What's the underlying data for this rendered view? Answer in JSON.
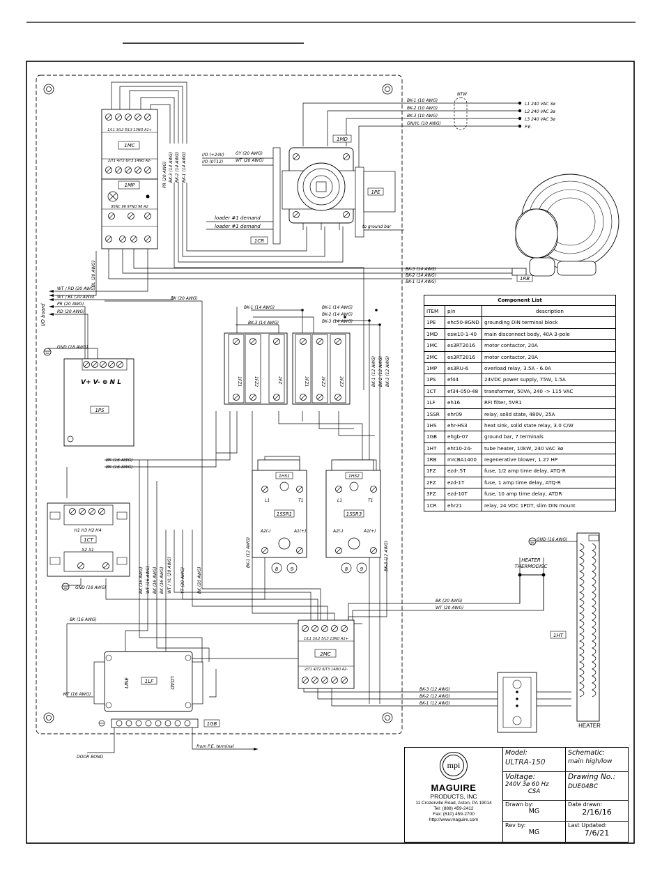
{
  "header": {
    "title": ""
  },
  "supply": [
    {
      "wire": "BK-1 (10 AWG)",
      "label": "L1 240 VAC 3ø"
    },
    {
      "wire": "BK-2 (10 AWG)",
      "label": "L2 240 VAC 3ø"
    },
    {
      "wire": "BK-3 (10 AWG)",
      "label": "L3 240 VAC 3ø"
    },
    {
      "wire": "GN/YL (10 AWG)",
      "label": "P.E."
    }
  ],
  "ntw_label": "NTW",
  "io_inputs": [
    {
      "label": "I/O (+24V)",
      "wire": "GY (20 AWG)"
    },
    {
      "label": "I/O (0T12)",
      "wire": "WT (20 AWG)"
    }
  ],
  "loader_demands": [
    "loader #1 demand",
    "loader #1 demand"
  ],
  "to_ground_bar": "to ground bar",
  "blower_wires": [
    "BK-3 (14 AWG)",
    "BK-2 (14 AWG)",
    "BK-1 (14 AWG)"
  ],
  "io_board_label": "I/O board",
  "io_board_wires": [
    "WT / RD (20 AWG)",
    "WT / BL (20 AWG)",
    "PR (20 AWG)",
    "RD (20 AWG)"
  ],
  "bk20": "BK (20 AWG)",
  "gnd18": "GND (18 AWG)",
  "gnd16": "GND (16 AWG)",
  "bk16": "BK (16 AWG)",
  "wt16": "WT (16 AWG)",
  "bl20": "BL (20 AWG)",
  "fuse_wires": [
    "BK-1 (14 AWG)",
    "BK-1 (14 AWG)",
    "BK-2 (14 AWG)",
    "BK-3 (14 AWG)",
    "BK-3 (14 AWG)"
  ],
  "vertical_wires_left": [
    "BK (16 AWG)",
    "WT (16 AWG)",
    "BK (16 AWG)",
    "BK (16 AWG)",
    "WT / YL (20 AWG)",
    "YT (20 AWG)",
    "BK (20 AWG)"
  ],
  "vertical_wires_mid": [
    "PR (20 AWG)",
    "BK-3 (14 AWG)",
    "BK-2 (14 AWG)",
    "BK-1 (14 AWG)"
  ],
  "vertical_wires_right": [
    "BK-1 (12 AWG)",
    "BK-2 (12 AWG)",
    "BK-3 (12 AWG)"
  ],
  "heater_wires": [
    "BK-3 (12 AWG)",
    "BK-2 (12 AWG)",
    "BK-1 (12 AWG)"
  ],
  "thermodisc_wires": [
    "BK (20 AWG)",
    "WT (20 AWG)"
  ],
  "heater_thermodisc": [
    "HEATER",
    "THERMODISC"
  ],
  "heater_label": "HEATER",
  "door_bond": "DOOR BOND",
  "from_pe": "from P.E. terminal",
  "components": {
    "1MC": "1MC",
    "2MC": "2MC",
    "1MP": "1MP",
    "1MD": "1MD",
    "1PE": "1PE",
    "1CR": "1CR",
    "1RB": "1RB",
    "1PS": "1PS",
    "1CT": "1CT",
    "1LF": "1LF",
    "1GB": "1GB",
    "1HT": "1HT",
    "1HS1": "1HS1",
    "1HS2": "1HS2",
    "1SSR1": "1SSR1",
    "1SSR3": "1SSR3",
    "1FZ1": "1FZ1",
    "1FZ2": "1FZ2",
    "2FZ": "2FZ",
    "3FZ1": "3FZ1",
    "3FZ2": "3FZ2",
    "3FZ3": "3FZ3"
  },
  "contactor_top_terms": "1/L1 3/L2 5/L3 13NO A1+",
  "contactor_bot_terms": "2/T1 4/T2 6/T3 14NO A2-",
  "overload_terms": "95NC 96 97NO 98 A2",
  "ps_terms": "V+ V- ⊕ N L",
  "ct_terms_top": "H1 H3 H2 H4",
  "ct_terms_bot": "X2 X1",
  "ssr_terms": {
    "top_l": "L1",
    "top_r": "T1",
    "bot_l": "A2(-)",
    "bot_r": "A1(+)"
  },
  "ssr_numbers": [
    "8",
    "9"
  ],
  "lf_labels": {
    "line": "LINE",
    "load": "LOAD"
  },
  "component_list": {
    "title": "Component List",
    "headers": [
      "ITEM",
      "p/n",
      "description"
    ],
    "rows": [
      [
        "1PE",
        "ehc50-8GND",
        "grounding DIN terminal block"
      ],
      [
        "1MD",
        "esw10-1-40",
        "main disconnect body, 40A 3-pole"
      ],
      [
        "1MC",
        "es3RT2016",
        "motor contactor, 20A"
      ],
      [
        "2MC",
        "es3RT2016",
        "motor contactor, 20A"
      ],
      [
        "1MP",
        "es3RU-6",
        "overload relay, 3.5A - 6.0A"
      ],
      [
        "1PS",
        "ef44",
        "24VDC power supply, 75W, 1.5A"
      ],
      [
        "1CT",
        "ef34-050-48",
        "transformer, 50VA, 240 -> 115 VAC"
      ],
      [
        "1LF",
        "eh16",
        "RFI filter, 5VR1"
      ],
      [
        "1SSR",
        "ehr09",
        "relay, solid state, 480V, 25A"
      ],
      [
        "1HS",
        "ehr-HS3",
        "heat sink, solid state relay, 3.0 C/W"
      ],
      [
        "1GB",
        "ehgb-07",
        "ground bar, 7 terminals"
      ],
      [
        "1HT",
        "eht10-24-",
        "tube heater, 10kW, 240 VAC 3ø"
      ],
      [
        "1RB",
        "mrcBA1400",
        "regenerative blower, 1.27 HP"
      ],
      [
        "1FZ",
        "ezd-.5T",
        "fuse, 1/2 amp time delay, ATQ-R"
      ],
      [
        "2FZ",
        "ezd-1T",
        "fuse, 1 amp time delay, ATQ-R"
      ],
      [
        "3FZ",
        "ezd-10T",
        "fuse, 10 amp time delay, ATDR"
      ],
      [
        "1CR",
        "ehr21",
        "relay, 24 VDC 1PDT, slim DIN mount"
      ]
    ]
  },
  "title_block": {
    "logo_text": "mpi",
    "company": "MAGUIRE",
    "company2": "PRODUCTS, INC",
    "address": "11 Crozerville Road, Aston, PA 19014",
    "tel": "Tel: (888) 459-2412",
    "fax": "Fax: (610) 459-2700",
    "web": "http://www.maguire.com",
    "model_label": "Model:",
    "model": "ULTRA-150",
    "schematic_label": "Schematic:",
    "schematic": "main high/low",
    "voltage_label": "Voltage:",
    "voltage": "240V 3ø 60 Hz",
    "voltage2": "CSA",
    "drawing_label": "Drawing No.:",
    "drawing": "DUE04BC",
    "drawn_by_label": "Drawn by:",
    "drawn_by": "MG",
    "date_label": "Date drawn:",
    "date": "2/16/16",
    "rev_label": "Rev by:",
    "rev": "MG",
    "updated_label": "Last Updated:",
    "updated": "7/6/21"
  }
}
